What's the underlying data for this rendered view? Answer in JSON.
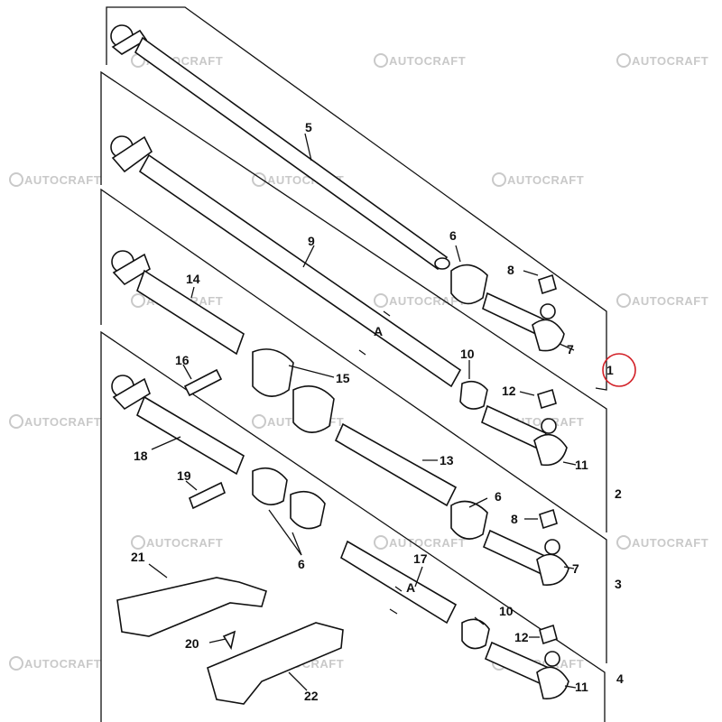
{
  "watermark": "AUTOCRAFT",
  "highlight_color": "#d21f26",
  "labels": {
    "l1": "1",
    "l2": "2",
    "l3": "3",
    "l4": "4",
    "l5": "5",
    "l6a": "6",
    "l6b": "6",
    "l6c": "6",
    "l7a": "7",
    "l7b": "7",
    "l8a": "8",
    "l8b": "8",
    "l9": "9",
    "l10a": "10",
    "l10b": "10",
    "l11a": "11",
    "l11b": "11",
    "l12a": "12",
    "l12b": "12",
    "l13": "13",
    "l14": "14",
    "l15": "15",
    "l16": "16",
    "l17": "17",
    "l18": "18",
    "l19": "19",
    "l20": "20",
    "l21": "21",
    "l22": "22",
    "dimA1": "A",
    "dimA2": "A"
  }
}
